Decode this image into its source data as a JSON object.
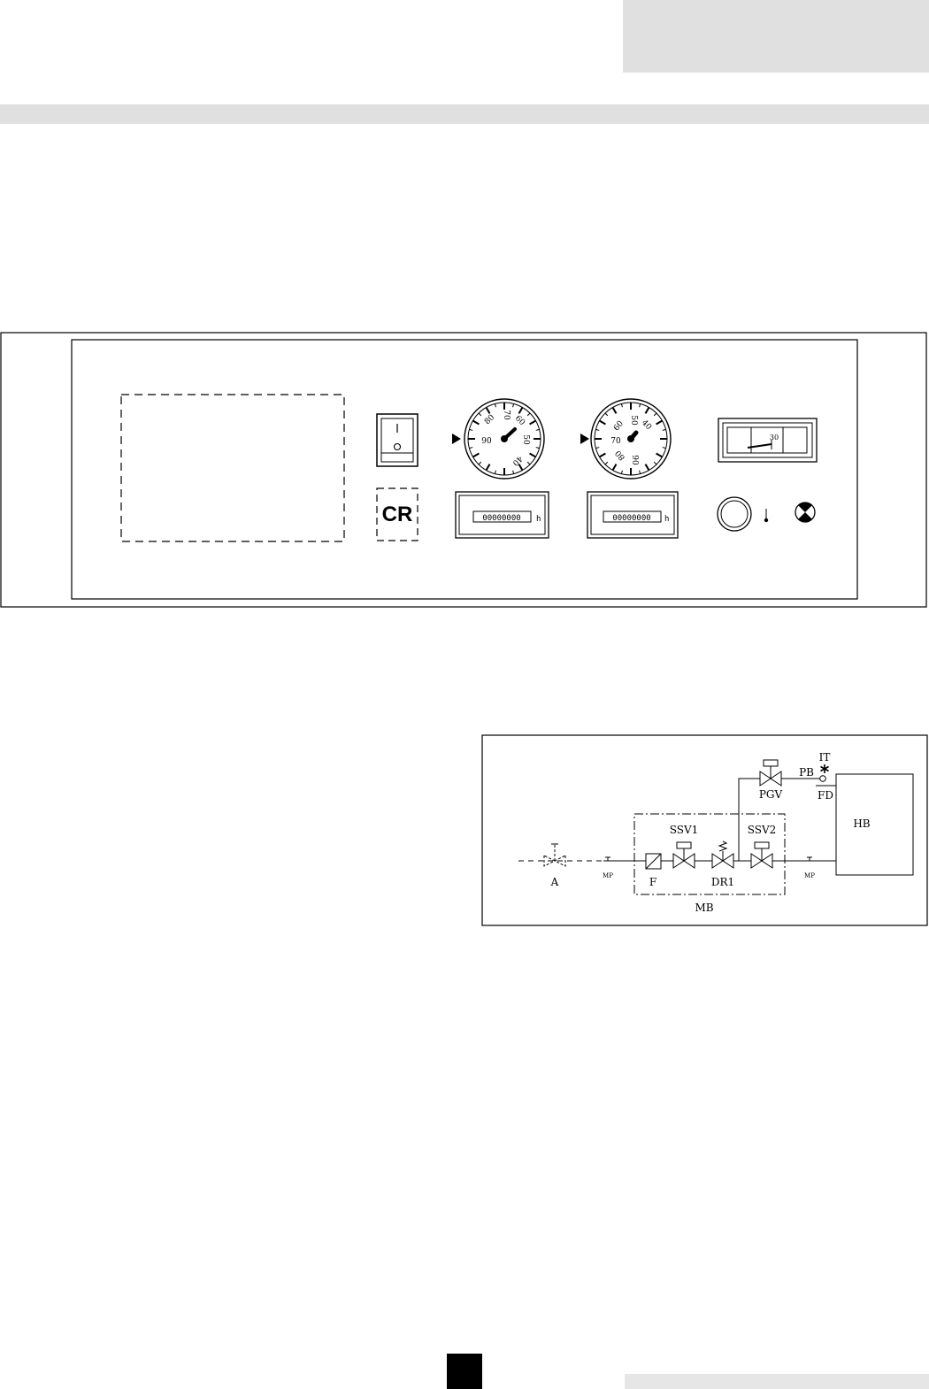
{
  "colors": {
    "header_fill": "#e0e0e0",
    "footer_fill": "#e6e6e6",
    "ink": "#000000"
  },
  "control_panel": {
    "gauge_left": {
      "labels": [
        "90",
        "80",
        "70",
        "60",
        "50",
        "40"
      ]
    },
    "gauge_right": {
      "labels": [
        "70",
        "60",
        "50",
        "40",
        "80",
        "90"
      ]
    },
    "counter_left": {
      "digits": "00000000",
      "unit": "h"
    },
    "counter_right": {
      "digits": "00000000",
      "unit": "h"
    },
    "thermometer_value": "30",
    "reset_logo": "CR",
    "icons": [
      "power-switch-icon",
      "reset-button-icon",
      "indicator-lamp-icon",
      "thermostat-knob-icon"
    ]
  },
  "gas_diagram": {
    "labels": {
      "A": "A",
      "MP_inlet": "MP",
      "F": "F",
      "SSV1": "SSV1",
      "DR1": "DR1",
      "SSV2": "SSV2",
      "MB": "MB",
      "MP_outlet": "MP",
      "PGV": "PGV",
      "IT": "IT",
      "PB": "PB",
      "FD": "FD",
      "HB": "HB"
    }
  }
}
